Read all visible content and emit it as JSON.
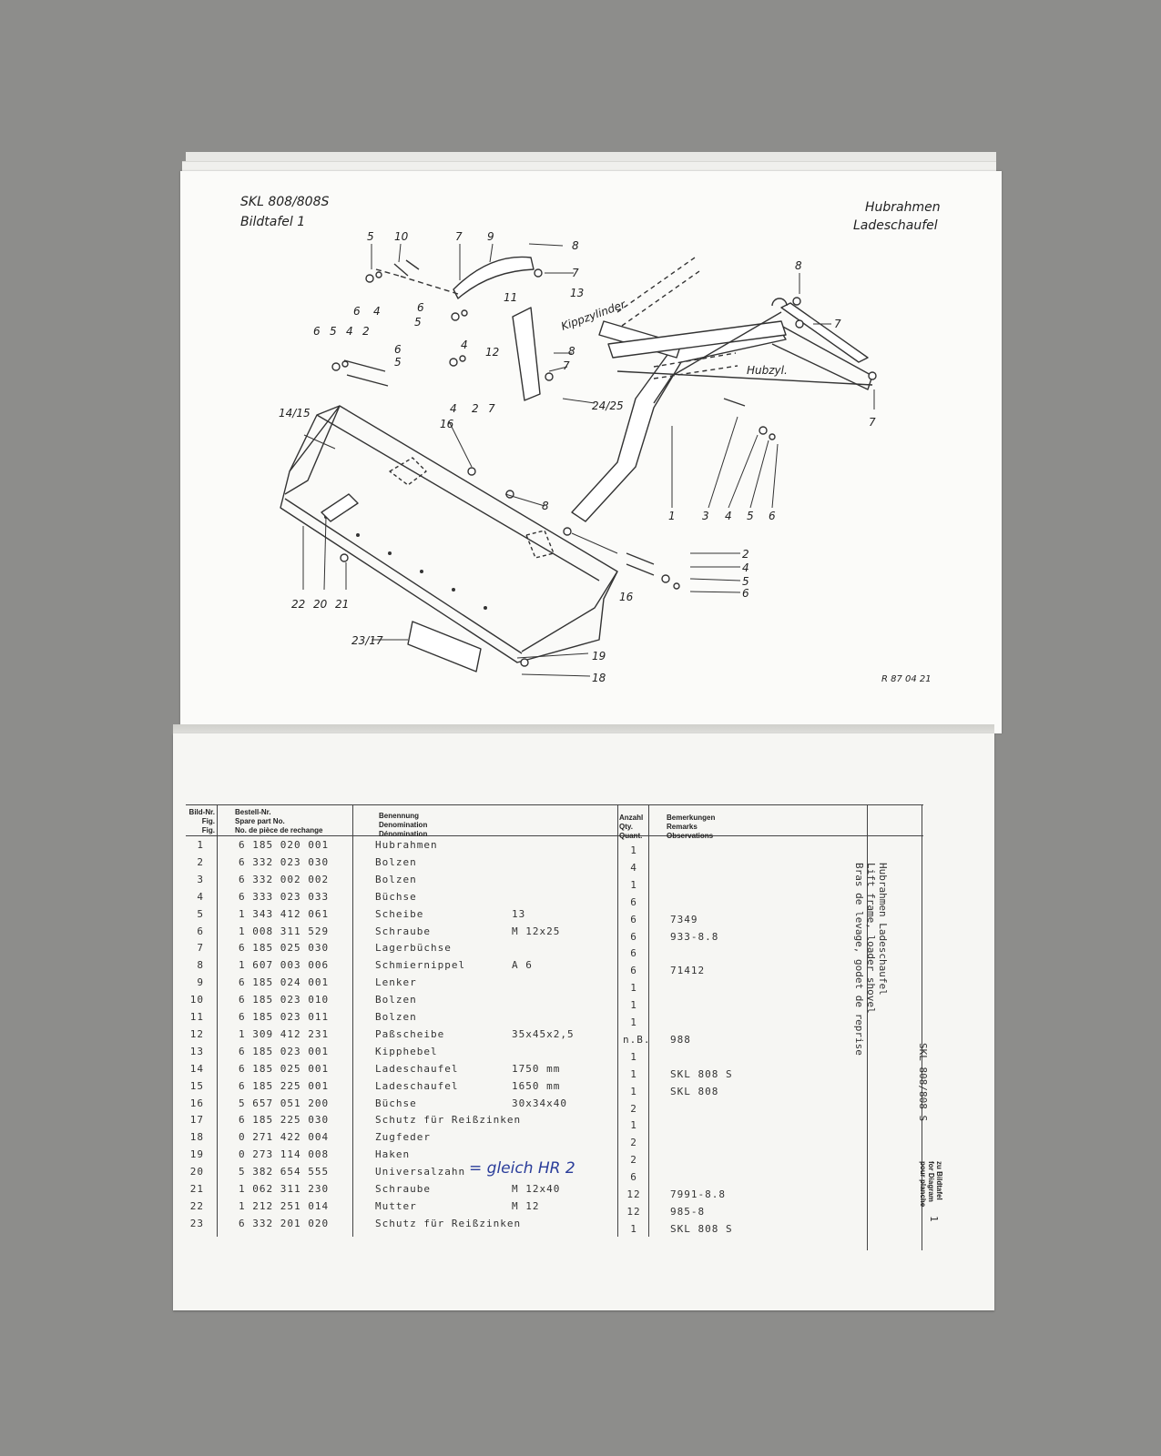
{
  "top_page": {
    "model": "SKL 808/808S",
    "plate": "Bildtafel 1",
    "title_line1": "Hubrahmen",
    "title_line2": "Ladeschaufel",
    "drawing_no": "R 87 04 21",
    "labels": {
      "kipp": "Kippzylinder",
      "hub": "Hubzyl."
    }
  },
  "table": {
    "headers": {
      "fig": [
        "Bild-Nr.",
        "Fig.",
        "Fig."
      ],
      "part": [
        "Bestell-Nr.",
        "Spare part No.",
        "No. de pièce de rechange"
      ],
      "name": [
        "Benennung",
        "Denomination",
        "Dénomination"
      ],
      "qty": [
        "Anzahl",
        "Qty.",
        "Quant."
      ],
      "rem": [
        "Bemerkungen",
        "Remarks",
        "Observations"
      ]
    },
    "rows": [
      {
        "fig": "1",
        "part": "6 185 020 001",
        "name": "Hubrahmen",
        "size": "",
        "qty": "1",
        "rem": ""
      },
      {
        "fig": "2",
        "part": "6 332 023 030",
        "name": "Bolzen",
        "size": "",
        "qty": "4",
        "rem": ""
      },
      {
        "fig": "3",
        "part": "6 332 002 002",
        "name": "Bolzen",
        "size": "",
        "qty": "1",
        "rem": ""
      },
      {
        "fig": "4",
        "part": "6 333 023 033",
        "name": "Büchse",
        "size": "",
        "qty": "6",
        "rem": ""
      },
      {
        "fig": "5",
        "part": "1 343 412 061",
        "name": "Scheibe",
        "size": "13",
        "qty": "6",
        "rem": "7349"
      },
      {
        "fig": "6",
        "part": "1 008 311 529",
        "name": "Schraube",
        "size": "M 12x25",
        "qty": "6",
        "rem": "933-8.8"
      },
      {
        "fig": "7",
        "part": "6 185 025 030",
        "name": "Lagerbüchse",
        "size": "",
        "qty": "6",
        "rem": ""
      },
      {
        "fig": "8",
        "part": "1 607 003 006",
        "name": "Schmiernippel",
        "size": "A 6",
        "qty": "6",
        "rem": "71412"
      },
      {
        "fig": "9",
        "part": "6 185 024 001",
        "name": "Lenker",
        "size": "",
        "qty": "1",
        "rem": ""
      },
      {
        "fig": "10",
        "part": "6 185 023 010",
        "name": "Bolzen",
        "size": "",
        "qty": "1",
        "rem": ""
      },
      {
        "fig": "11",
        "part": "6 185 023 011",
        "name": "Bolzen",
        "size": "",
        "qty": "1",
        "rem": ""
      },
      {
        "fig": "12",
        "part": "1 309 412 231",
        "name": "Paßscheibe",
        "size": "35x45x2,5",
        "qty": "n.B.",
        "rem": "988"
      },
      {
        "fig": "13",
        "part": "6 185 023 001",
        "name": "Kipphebel",
        "size": "",
        "qty": "1",
        "rem": ""
      },
      {
        "fig": "14",
        "part": "6 185 025 001",
        "name": "Ladeschaufel",
        "size": "1750 mm",
        "qty": "1",
        "rem": "SKL 808 S"
      },
      {
        "fig": "15",
        "part": "6 185 225 001",
        "name": "Ladeschaufel",
        "size": "1650 mm",
        "qty": "1",
        "rem": "SKL 808"
      },
      {
        "fig": "16",
        "part": "5 657 051 200",
        "name": "Büchse",
        "size": "30x34x40",
        "qty": "2",
        "rem": ""
      },
      {
        "fig": "17",
        "part": "6 185 225 030",
        "name": "Schutz für Reißzinken",
        "size": "",
        "qty": "1",
        "rem": ""
      },
      {
        "fig": "18",
        "part": "0 271 422 004",
        "name": "Zugfeder",
        "size": "",
        "qty": "2",
        "rem": ""
      },
      {
        "fig": "19",
        "part": "0 273 114 008",
        "name": "Haken",
        "size": "",
        "qty": "2",
        "rem": ""
      },
      {
        "fig": "20",
        "part": "5 382 654 555",
        "name": "Universalzahn",
        "size": "",
        "qty": "6",
        "rem": ""
      },
      {
        "fig": "21",
        "part": "1 062 311 230",
        "name": "Schraube",
        "size": "M 12x40",
        "qty": "12",
        "rem": "7991-8.8"
      },
      {
        "fig": "22",
        "part": "1 212 251 014",
        "name": "Mutter",
        "size": "M 12",
        "qty": "12",
        "rem": "985-8"
      },
      {
        "fig": "23",
        "part": "6 332 201 020",
        "name": "Schutz für Reißzinken",
        "size": "",
        "qty": "1",
        "rem": "SKL 808 S"
      }
    ],
    "handwritten_note": "= gleich HR 2",
    "side_title": {
      "de": "Hubrahmen Ladeschaufel",
      "en": "Lift frame, loader shovel",
      "fr": "Bras de levage, godet de reprise"
    },
    "side_model": "SKL 808/808 S",
    "side_ref": [
      "zu Bildtafel",
      "for Diagram",
      "pour planche"
    ],
    "side_plate": "1"
  }
}
